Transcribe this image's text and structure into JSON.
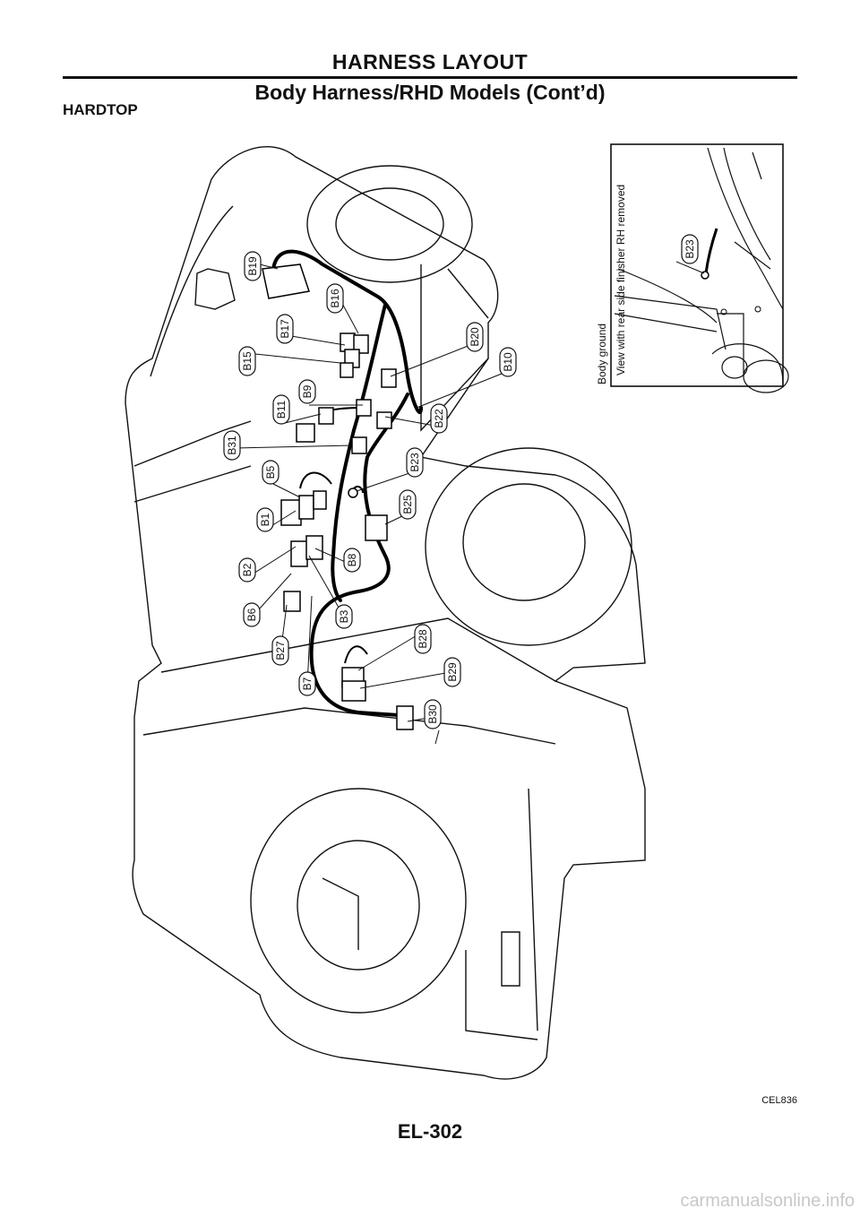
{
  "header": {
    "title": "HARNESS LAYOUT",
    "subtitle": "Body Harness/RHD Models (Cont’d)"
  },
  "section_label": "HARDTOP",
  "inset": {
    "caption_line1": "View with rear side finisher RH removed",
    "caption_line2": "Body ground",
    "connector": "B23"
  },
  "connectors": {
    "b19": "B19",
    "b16": "B16",
    "b17": "B17",
    "b15": "B15",
    "b20": "B20",
    "b10": "B10",
    "b9": "B9",
    "b11": "B11",
    "b22": "B22",
    "b31": "B31",
    "b23": "B23",
    "b5": "B5",
    "b25": "B25",
    "b1": "B1",
    "b8": "B8",
    "b2": "B2",
    "b6": "B6",
    "b3": "B3",
    "b28": "B28",
    "b27": "B27",
    "b29": "B29",
    "b7": "B7",
    "b30": "B30"
  },
  "figure_code": "CEL836",
  "page_number": "EL-302",
  "watermark": "carmanualsonline.info"
}
